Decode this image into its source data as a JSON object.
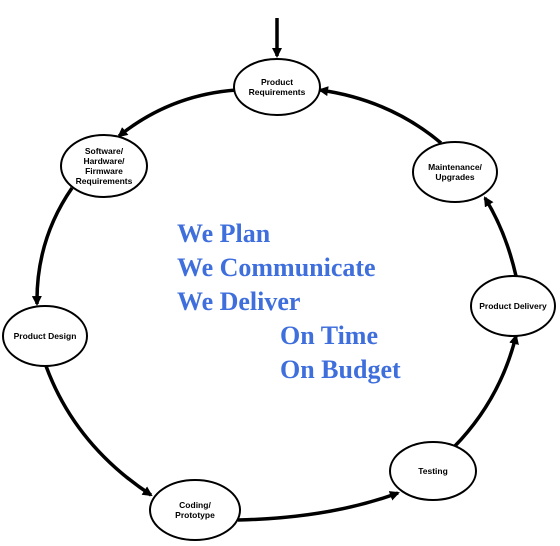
{
  "colors": {
    "line": "#000000",
    "node_fill": "#ffffff",
    "slogan": "#3f6fdc"
  },
  "nodes": [
    {
      "id": "product-requirements",
      "lines": [
        "Product",
        "Requirements"
      ]
    },
    {
      "id": "maintenance-upgrades",
      "lines": [
        "Maintenance/",
        "Upgrades"
      ]
    },
    {
      "id": "product-delivery",
      "lines": [
        "Product Delivery"
      ]
    },
    {
      "id": "testing",
      "lines": [
        "Testing"
      ]
    },
    {
      "id": "coding-prototype",
      "lines": [
        "Coding/",
        "Prototype"
      ]
    },
    {
      "id": "product-design",
      "lines": [
        "Product Design"
      ]
    },
    {
      "id": "requirements",
      "lines": [
        "Software/",
        "Hardware/",
        "Firmware",
        "Requirements"
      ]
    }
  ],
  "slogan": {
    "line1": "We Plan",
    "line2": "We Communicate",
    "line3": "We Deliver",
    "line4": "On Time",
    "line5": "On Budget"
  }
}
